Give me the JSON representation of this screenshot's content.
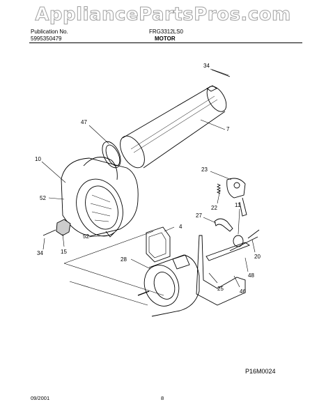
{
  "header": {
    "publication_label": "Publication No.",
    "publication_number": "5995350479",
    "model": "FRG3312LS0",
    "section_title": "MOTOR"
  },
  "watermark": "AppliancePartsPros.com",
  "callouts": [
    "34",
    "7",
    "47",
    "10",
    "23",
    "52",
    "22",
    "4",
    "27",
    "11",
    "15",
    "34",
    "52",
    "20",
    "28",
    "48",
    "25",
    "46"
  ],
  "figure_code": "P16M0024",
  "footer": {
    "date": "09/2001",
    "page": "8"
  }
}
